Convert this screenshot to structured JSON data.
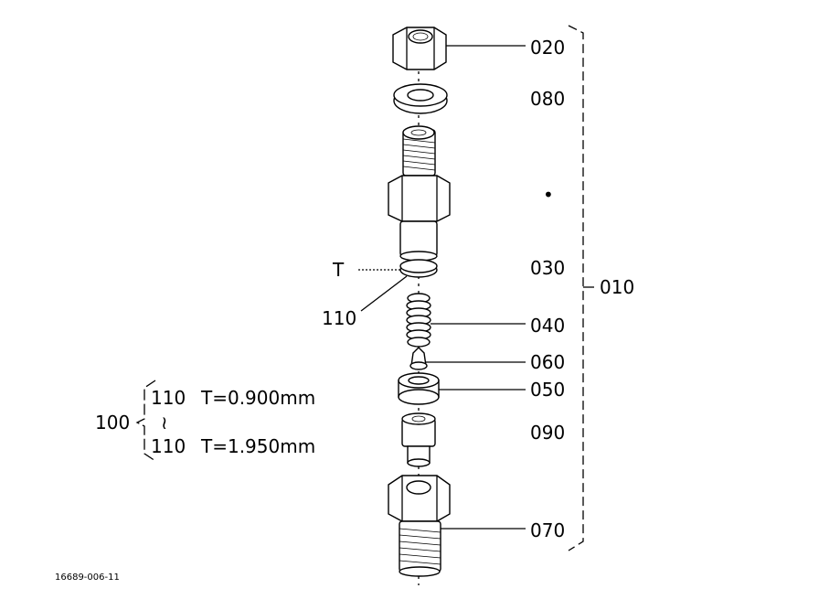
{
  "diagram": {
    "callouts": {
      "c020": "020",
      "c080": "080",
      "c030": "030",
      "c040": "040",
      "c060": "060",
      "c050": "050",
      "c090": "090",
      "c070": "070",
      "c010": "010",
      "cT": "T",
      "c110": "110"
    },
    "shim_group": {
      "group_no": "100",
      "first_part": "110",
      "first_spec": "T=0.900mm",
      "tilde": "≀",
      "last_part": "110",
      "last_spec": "T=1.950mm"
    },
    "figure_id": "16689-006-11",
    "dot_marker": "•"
  }
}
